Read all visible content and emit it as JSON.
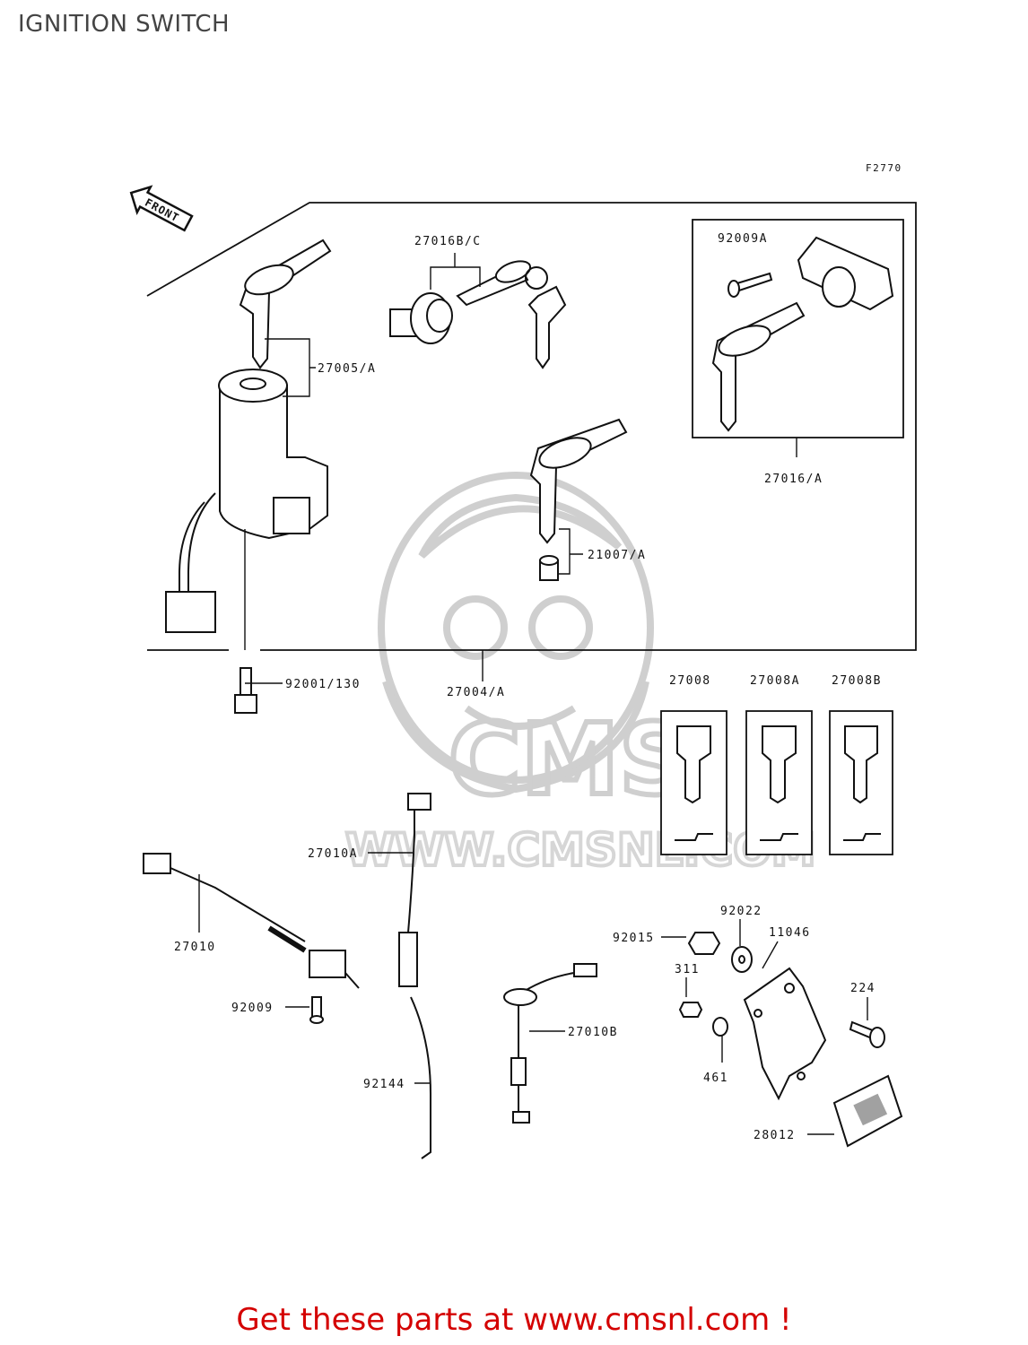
{
  "page": {
    "title": "IGNITION SWITCH",
    "figure_code": "F2770",
    "front_label": "FRONT",
    "footer_cta": "Get these parts at www.cmsnl.com !",
    "watermark_brand": "CMS",
    "watermark_url": "WWW.CMSNL.COM"
  },
  "colors": {
    "line": "#111111",
    "watermark": "#cfcfcf",
    "cta": "#d40000",
    "title": "#444444"
  },
  "parts": {
    "p27016bc": "27016B/C",
    "p92009a": "92009A",
    "p27005a": "27005/A",
    "p27016a": "27016/A",
    "p21007a": "21007/A",
    "p92001": "92001/130",
    "p27004a": "27004/A",
    "p27008": "27008",
    "p27008a": "27008A",
    "p27008b": "27008B",
    "p27010a": "27010A",
    "p27010": "27010",
    "p92009": "92009",
    "p92022": "92022",
    "p92015": "92015",
    "p11046": "11046",
    "p311": "311",
    "p224": "224",
    "p27010b": "27010B",
    "p461": "461",
    "p92144": "92144",
    "p28012": "28012"
  }
}
